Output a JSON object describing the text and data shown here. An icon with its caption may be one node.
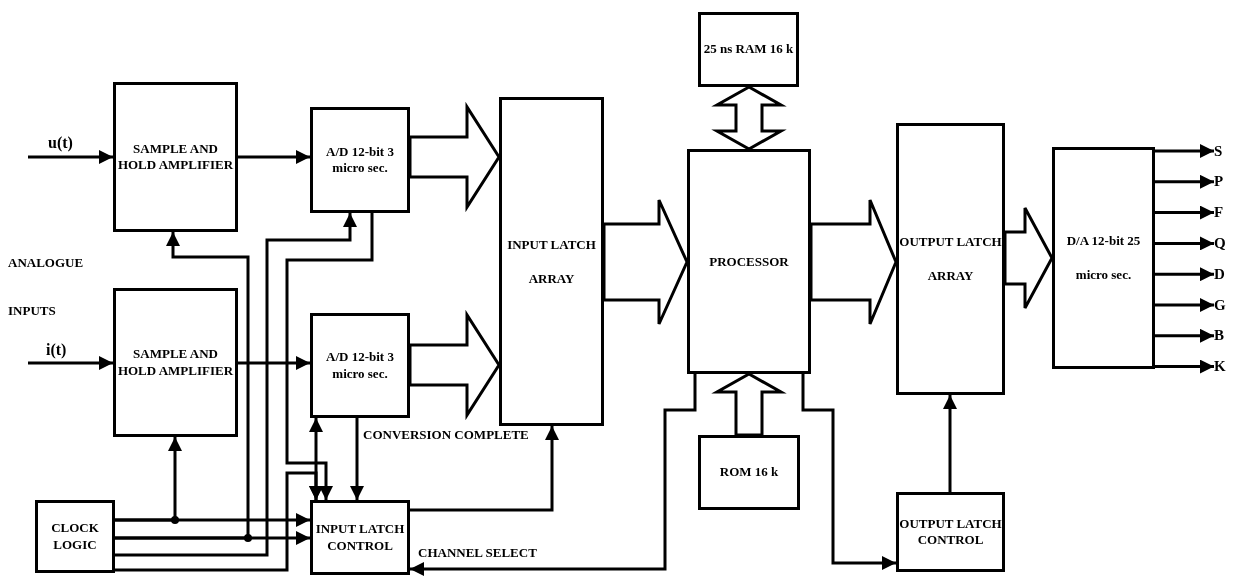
{
  "diagram": {
    "nodes": [
      {
        "text": [
          "SAMPLE AND HOLD AMPLIFIER"
        ]
      },
      {
        "text": [
          "A/D 12-bit 3 micro sec."
        ]
      },
      {
        "text": [
          "SAMPLE AND HOLD AMPLIFIER"
        ]
      },
      {
        "text": [
          "A/D 12-bit 3 micro sec."
        ]
      },
      {
        "text": [
          "CLOCK LOGIC"
        ]
      },
      {
        "text": [
          "INPUT LATCH CONTROL"
        ]
      },
      {
        "text": [
          "INPUT LATCH ARRAY"
        ]
      },
      {
        "text": [
          "25 ns RAM 16 k"
        ]
      },
      {
        "text": [
          "PROCESSOR"
        ]
      },
      {
        "text": [
          "ROM 16 k"
        ]
      },
      {
        "text": [
          "OUTPUT LATCH ARRAY"
        ]
      },
      {
        "text": [
          "D/A 12-bit 25 micro sec."
        ]
      },
      {
        "text": [
          "OUTPUT LATCH CONTROL"
        ]
      },
      {
        "text": [
          "S"
        ]
      },
      {
        "text": [
          "P"
        ]
      },
      {
        "text": [
          "F"
        ]
      },
      {
        "text": [
          "Q"
        ]
      },
      {
        "text": [
          "D"
        ]
      },
      {
        "text": [
          "G"
        ]
      },
      {
        "text": [
          "B"
        ]
      },
      {
        "text": [
          "K"
        ]
      }
    ],
    "edges": [
      {
        "from": null,
        "to": 0,
        "arrow": "to",
        "label": "u(t)"
      },
      {
        "from": null,
        "to": 2,
        "arrow": "to",
        "label": "i(t)"
      },
      {
        "from": 0,
        "to": 1,
        "arrow": "to"
      },
      {
        "from": 2,
        "to": 3,
        "arrow": "to"
      },
      {
        "from": 1,
        "to": 6,
        "arrow": "to",
        "style": "thick"
      },
      {
        "from": 3,
        "to": 6,
        "arrow": "to",
        "style": "thick"
      },
      {
        "from": 6,
        "to": 8,
        "arrow": "to",
        "style": "thick"
      },
      {
        "from": 7,
        "to": 8,
        "arrow": "both",
        "style": "thick"
      },
      {
        "from": 9,
        "to": 8,
        "arrow": "to",
        "style": "thick"
      },
      {
        "from": 8,
        "to": 10,
        "arrow": "to",
        "style": "thick"
      },
      {
        "from": 10,
        "to": 11,
        "arrow": "to",
        "style": "thick"
      },
      {
        "from": 11,
        "to": 13,
        "arrow": "to"
      },
      {
        "from": 11,
        "to": 14,
        "arrow": "to"
      },
      {
        "from": 11,
        "to": 15,
        "arrow": "to"
      },
      {
        "from": 11,
        "to": 16,
        "arrow": "to"
      },
      {
        "from": 11,
        "to": 17,
        "arrow": "to"
      },
      {
        "from": 11,
        "to": 18,
        "arrow": "to"
      },
      {
        "from": 11,
        "to": 19,
        "arrow": "to"
      },
      {
        "from": 11,
        "to": 20,
        "arrow": "to"
      },
      {
        "from": 4,
        "to": 5,
        "arrow": "to"
      },
      {
        "from": 4,
        "to": 5,
        "arrow": "to"
      },
      {
        "from": 4,
        "to": 2,
        "arrow": "to"
      },
      {
        "from": 4,
        "to": 0,
        "arrow": "to"
      },
      {
        "from": 4,
        "to": 1,
        "arrow": "to"
      },
      {
        "from": 1,
        "to": 5,
        "arrow": "to"
      },
      {
        "from": 3,
        "to": 5,
        "arrow": "both"
      },
      {
        "from": 4,
        "to": 5,
        "arrow": "to"
      },
      {
        "from": 3,
        "to": 5,
        "arrow": "to",
        "label": "CONVERSION COMPLETE"
      },
      {
        "from": 5,
        "to": 6,
        "arrow": "to"
      },
      {
        "from": 8,
        "to": 5,
        "arrow": "to",
        "label": "CHANNEL SELECT"
      },
      {
        "from": 8,
        "to": 12,
        "arrow": "to"
      },
      {
        "from": 12,
        "to": 10,
        "arrow": "to"
      }
    ],
    "labels": [
      "ANALOGUE",
      "INPUTS"
    ]
  }
}
